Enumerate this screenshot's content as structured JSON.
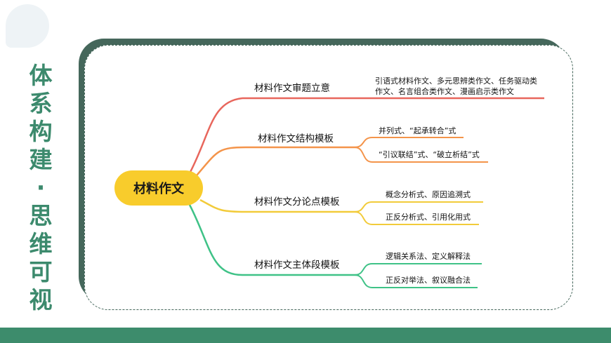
{
  "side_title": [
    "体",
    "系",
    "构",
    "建",
    "·",
    "思",
    "维",
    "可",
    "视"
  ],
  "root": "材料作文",
  "colors": {
    "branch1": "#e8665c",
    "branch2": "#f4944a",
    "branch3": "#f2cb3a",
    "branch4": "#3fc287",
    "accent": "#3d8c6c"
  },
  "branches": [
    {
      "label": "材料作文审题立意",
      "leaves": [
        "引语式材料作文、多元思辨类作文、任务驱动类作文、名言组合类作文、漫画启示类作文"
      ]
    },
    {
      "label": "材料作文结构模板",
      "leaves": [
        "并列式、“起承转合”式",
        "“引议联结”式、“破立析结”式"
      ]
    },
    {
      "label": "材料作文分论点模板",
      "leaves": [
        "概念分析式、原因追溯式",
        "正反分析式、引用化用式"
      ]
    },
    {
      "label": "材料作文主体段模板",
      "leaves": [
        "逻辑关系法、定义解释法",
        "正反对举法、叙议融合法"
      ]
    }
  ]
}
